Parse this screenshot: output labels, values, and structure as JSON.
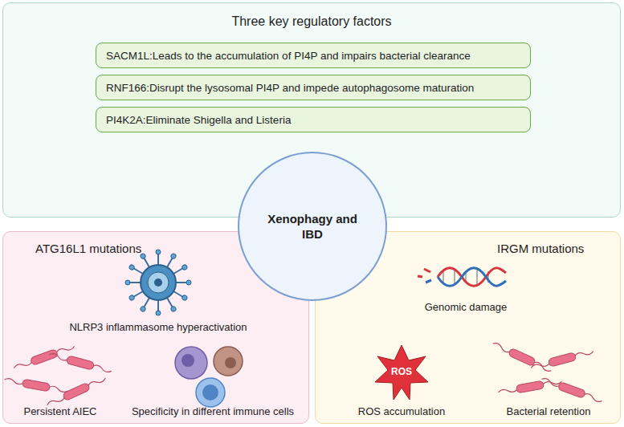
{
  "diagram": {
    "nodes": [
      {
        "text": [
          "Three key regulatory factors"
        ]
      },
      {
        "text": [
          "SACM1L:Leads to the accumulation of PI4P and impairs bacterial clearance"
        ],
        "in": 0
      },
      {
        "text": [
          "RNF166:Disrupt the lysosomal PI4P and impede autophagosome maturation"
        ],
        "in": 0
      },
      {
        "text": [
          "PI4K2A:Eliminate Shigella and Listeria"
        ],
        "in": 0
      },
      {
        "text": [
          "Xenophagy and IBD"
        ]
      },
      {
        "text": [
          "ATG16L1 mutations"
        ]
      },
      {
        "text": [
          "IRGM mutations"
        ]
      }
    ],
    "labels": [
      "NLRP3 inflammasome hyperactivation",
      "Genomic damage",
      "Persistent AIEC",
      "Specificity in different immune cells",
      "ROS",
      "ROS accumulation",
      "Bacterial retention"
    ]
  }
}
